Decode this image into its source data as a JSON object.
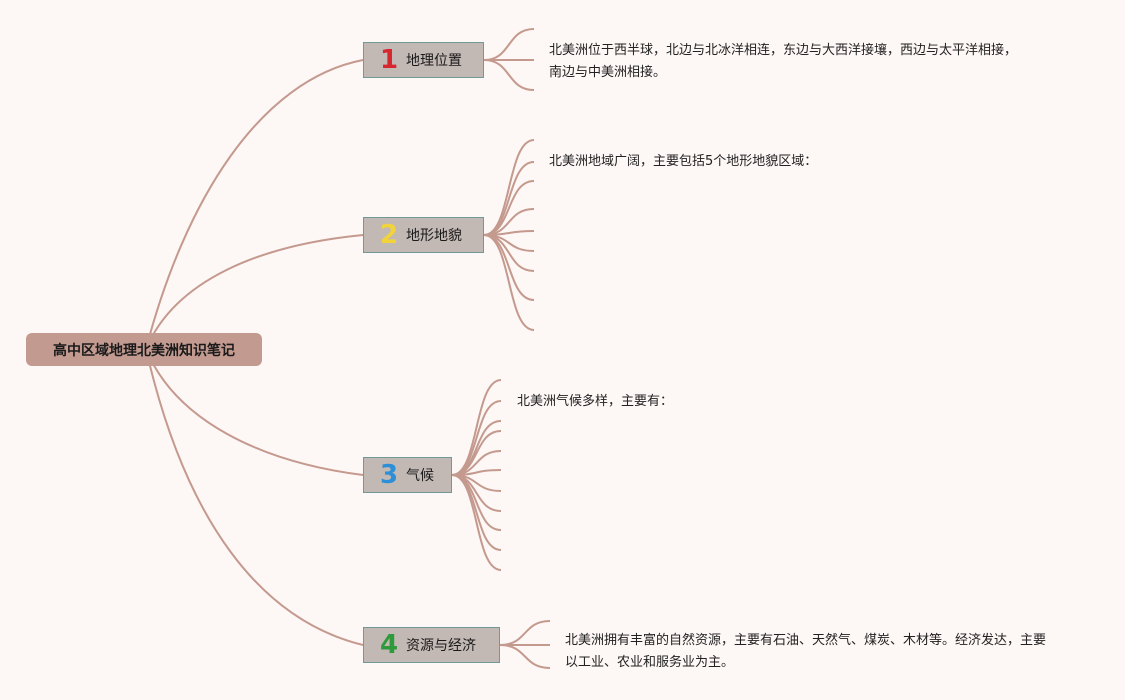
{
  "root": {
    "title": "高中区域地理北美洲知识笔记"
  },
  "branches": [
    {
      "number": "1",
      "title": "地理位置",
      "color": "#d8262f",
      "note": "北美洲位于西半球，北边与北冰洋相连，东边与大西洋接壤，西边与太平洋相接，南边与中美洲相接。"
    },
    {
      "number": "2",
      "title": "地形地貌",
      "color": "#f2d43a",
      "note": "北美洲地域广阔，主要包括5个地形地貌区域："
    },
    {
      "number": "3",
      "title": "气候",
      "color": "#2d8fd8",
      "note": "北美洲气候多样，主要有："
    },
    {
      "number": "4",
      "title": "资源与经济",
      "color": "#2e9a3c",
      "note": "北美洲拥有丰富的自然资源，主要有石油、天然气、煤炭、木材等。经济发达，主要以工业、农业和服务业为主。"
    }
  ],
  "colors": {
    "edge": "#c4998e",
    "root": "#c29a90",
    "branch": "#c2b8b4",
    "background": "#fdf7f5"
  }
}
